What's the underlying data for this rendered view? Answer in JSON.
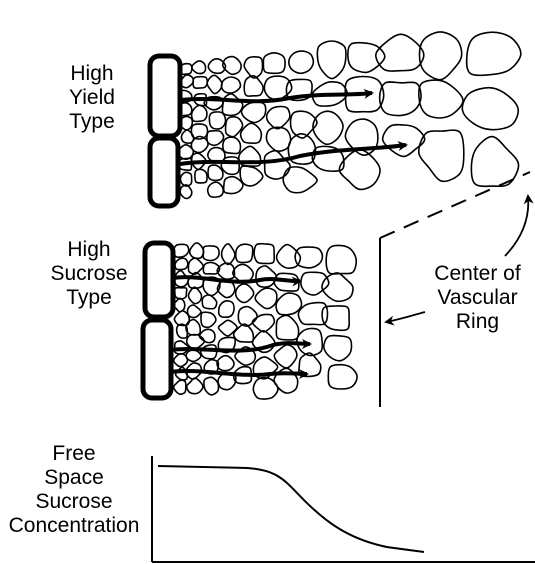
{
  "labels": {
    "high_yield": [
      "High",
      "Yield",
      "Type"
    ],
    "high_sucrose": [
      "High",
      "Sucrose",
      "Type"
    ],
    "center_vascular": [
      "Center of",
      "Vascular",
      "Ring"
    ],
    "graph_ylabel": [
      "Free",
      "Space",
      "Sucrose",
      "Concentration"
    ]
  },
  "curve": {
    "description_points": [
      [
        0,
        1.0
      ],
      [
        0.3,
        0.98
      ],
      [
        0.55,
        0.6
      ],
      [
        0.75,
        0.15
      ],
      [
        1.0,
        0.0
      ]
    ]
  }
}
